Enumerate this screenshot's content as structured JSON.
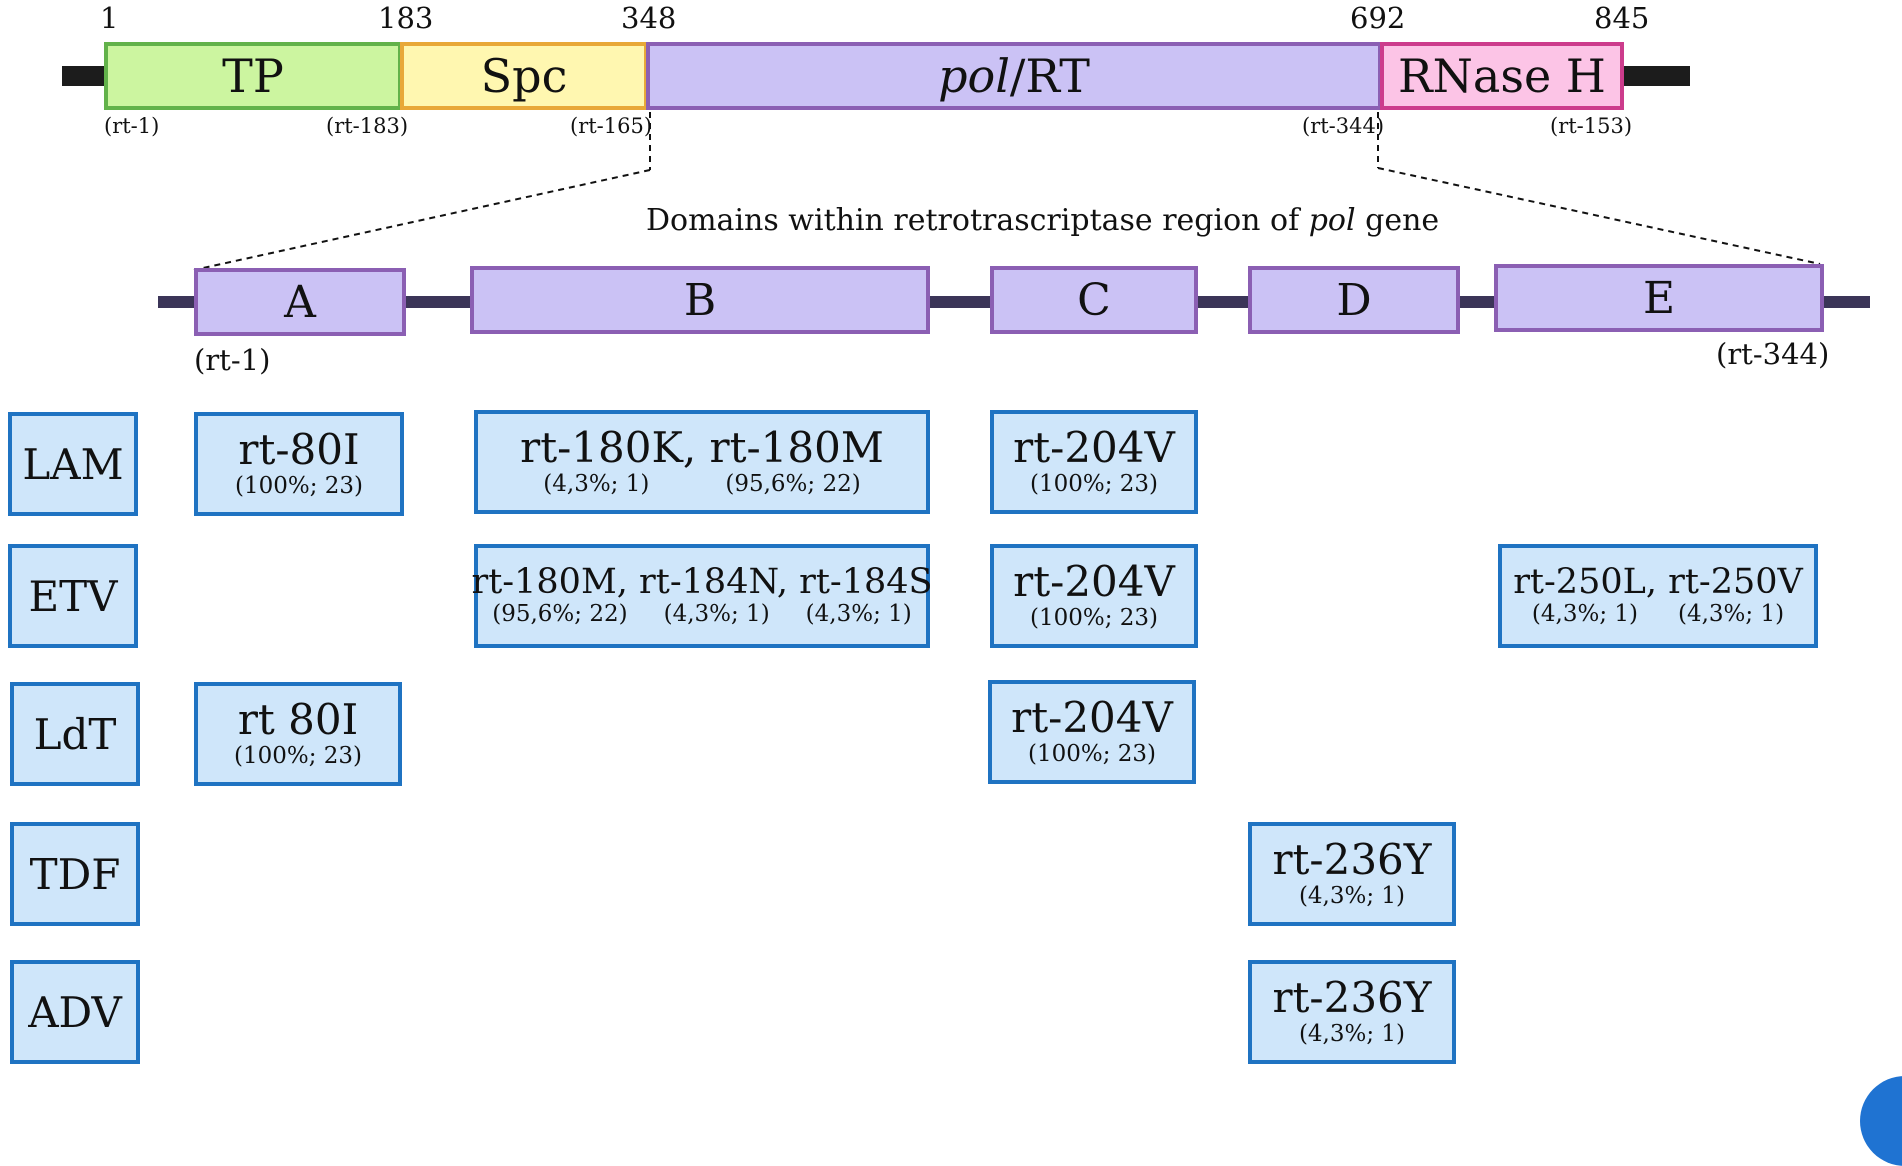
{
  "gene": {
    "positions": [
      "1",
      "183",
      "348",
      "692",
      "845"
    ],
    "segments": [
      {
        "name": "TP",
        "color": "#ccf5a0",
        "border": "#62b24a"
      },
      {
        "name": "Spc",
        "color": "#fff7b0",
        "border": "#e8a838"
      },
      {
        "name_italic": "pol",
        "name_rest": "/RT",
        "color": "#cbc2f5",
        "border": "#8b5fb3"
      },
      {
        "name": "RNase H",
        "color": "#fcc4e6",
        "border": "#cc3c8c"
      }
    ],
    "rt_labels": [
      "(rt-1)",
      "(rt-183)",
      "(rt-165)",
      "(rt-344)",
      "(rt-153)"
    ]
  },
  "caption": {
    "prefix": "Domains within retrotrascriptase region of ",
    "italic": "pol",
    "suffix": " gene"
  },
  "domains": {
    "names": [
      "A",
      "B",
      "C",
      "D",
      "E"
    ],
    "start_label": "(rt-1)",
    "end_label": "(rt-344)"
  },
  "drugs": [
    "LAM",
    "ETV",
    "LdT",
    "TDF",
    "ADV"
  ],
  "mutations": {
    "lam_a": {
      "mut": "rt-80I",
      "pct": [
        "(100%; 23)"
      ]
    },
    "lam_b": {
      "mut": "rt-180K, rt-180M",
      "pct": [
        "(4,3%; 1)",
        "(95,6%; 22)"
      ]
    },
    "lam_c": {
      "mut": "rt-204V",
      "pct": [
        "(100%; 23)"
      ]
    },
    "etv_b": {
      "mut": "rt-180M, rt-184N, rt-184S",
      "pct": [
        "(95,6%; 22)",
        "(4,3%; 1)",
        "(4,3%; 1)"
      ]
    },
    "etv_c": {
      "mut": "rt-204V",
      "pct": [
        "(100%; 23)"
      ]
    },
    "etv_e": {
      "mut": "rt-250L, rt-250V",
      "pct": [
        "(4,3%; 1)",
        "(4,3%; 1)"
      ]
    },
    "ldt_a": {
      "mut": "rt 80I",
      "pct": [
        "(100%; 23)"
      ]
    },
    "ldt_c": {
      "mut": "rt-204V",
      "pct": [
        "(100%; 23)"
      ]
    },
    "tdf_d": {
      "mut": "rt-236Y",
      "pct": [
        "(4,3%; 1)"
      ]
    },
    "adv_d": {
      "mut": "rt-236Y",
      "pct": [
        "(4,3%; 1)"
      ]
    }
  }
}
